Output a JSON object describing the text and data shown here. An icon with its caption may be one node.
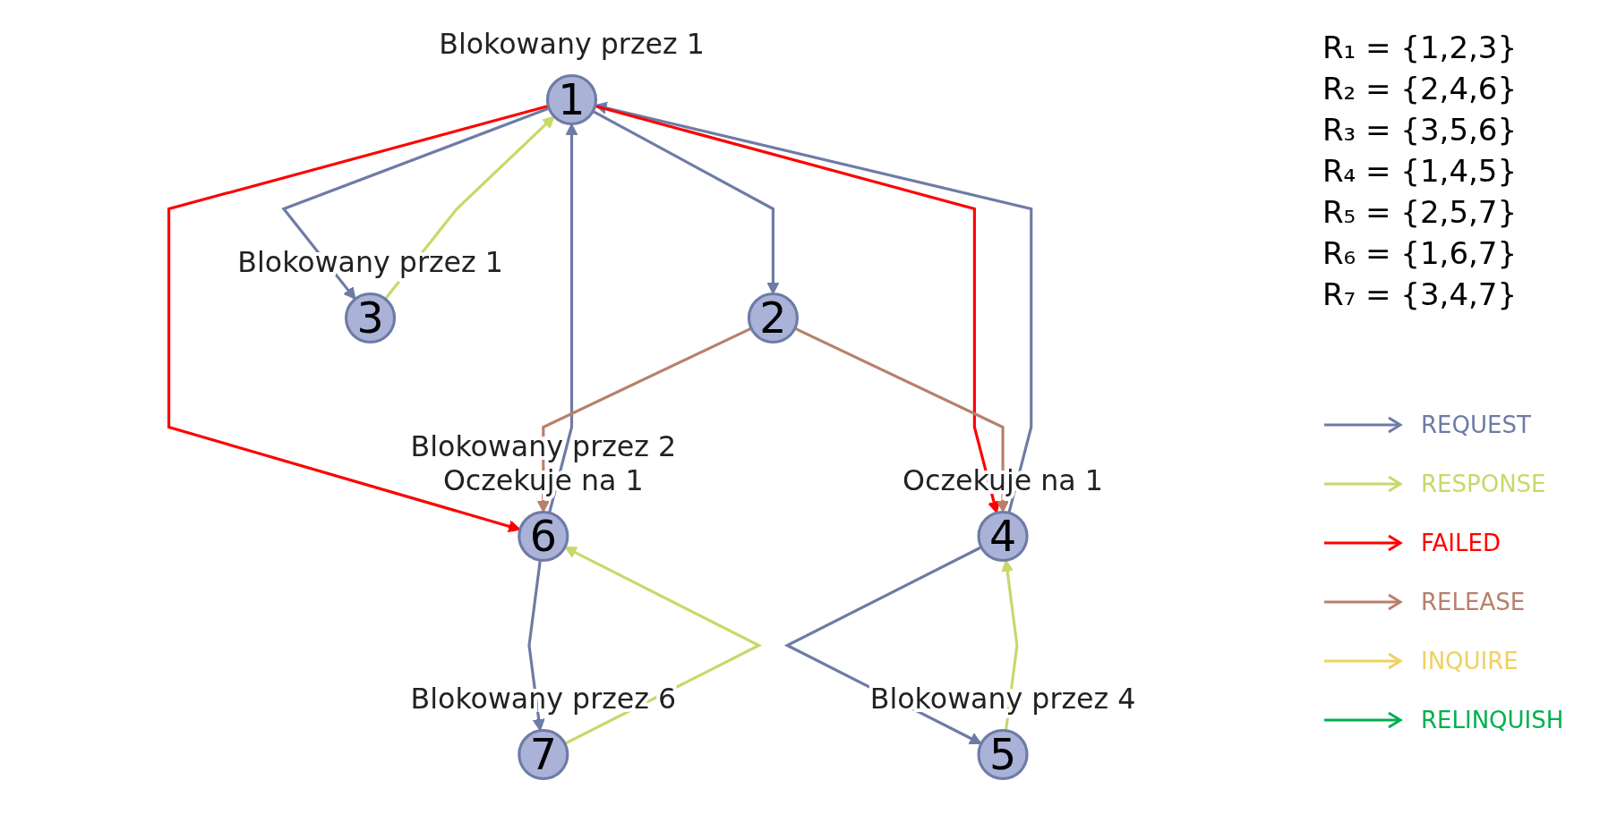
{
  "diagram": {
    "nodes": [
      {
        "text": [
          "1"
        ],
        "beside": [
          "Blokowany przez 1"
        ]
      },
      {
        "text": [
          "2"
        ]
      },
      {
        "text": [
          "3"
        ],
        "beside": [
          "Blokowany przez 1"
        ]
      },
      {
        "text": [
          "4"
        ],
        "beside": [
          "Oczekuje na 1"
        ]
      },
      {
        "text": [
          "5"
        ],
        "beside": [
          "Blokowany przez 4"
        ]
      },
      {
        "text": [
          "6"
        ],
        "beside": [
          "Blokowany przez 2",
          "Oczekuje na 1"
        ]
      },
      {
        "text": [
          "7"
        ],
        "beside": [
          "Blokowany przez 6"
        ]
      }
    ],
    "edges": [
      {
        "from": 0,
        "to": 1,
        "arrow": "to"
      },
      {
        "from": 0,
        "to": 2,
        "arrow": "to"
      },
      {
        "from": 2,
        "to": 0,
        "arrow": "to",
        "color": "#c8d86a"
      },
      {
        "from": 5,
        "to": 0,
        "arrow": "to"
      },
      {
        "from": 0,
        "to": 5,
        "arrow": "to",
        "color": "#ff0000"
      },
      {
        "from": 3,
        "to": 0,
        "arrow": "to"
      },
      {
        "from": 0,
        "to": 3,
        "arrow": "to",
        "color": "#ff0000"
      },
      {
        "from": 1,
        "to": 5,
        "arrow": "to",
        "color": "#b8806a"
      },
      {
        "from": 1,
        "to": 3,
        "arrow": "to",
        "color": "#b8806a"
      },
      {
        "from": 3,
        "to": 4,
        "arrow": "to"
      },
      {
        "from": 4,
        "to": 3,
        "arrow": "to",
        "color": "#c8d86a"
      },
      {
        "from": 5,
        "to": 6,
        "arrow": "to"
      },
      {
        "from": 6,
        "to": 5,
        "arrow": "to",
        "color": "#c8d86a"
      }
    ],
    "labels": [
      "R₁ = {1,2,3}",
      "R₂ = {2,4,6}",
      "R₃ = {3,5,6}",
      "R₄ = {1,4,5}",
      "R₅ = {2,5,7}",
      "R₆ = {1,6,7}",
      "R₇ = {3,4,7}"
    ],
    "legend": [
      {
        "text": "REQUEST",
        "color": "#6e7ba5"
      },
      {
        "text": "RESPONSE",
        "color": "#c8d86a"
      },
      {
        "text": "FAILED",
        "color": "#ff0000"
      },
      {
        "text": "RELEASE",
        "color": "#b8806a"
      },
      {
        "text": "INQUIRE",
        "color": "#f0d060"
      },
      {
        "text": "RELINQUISH",
        "color": "#00b050"
      }
    ]
  }
}
